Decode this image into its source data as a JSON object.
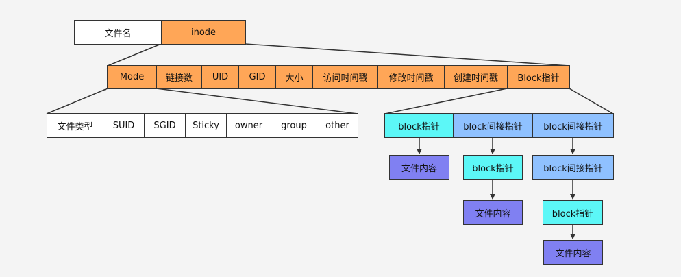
{
  "file_row": {
    "filename": "文件名",
    "inode": "inode"
  },
  "inode_fields": [
    "Mode",
    "链接数",
    "UID",
    "GID",
    "大小",
    "访问时间戳",
    "修改时间戳",
    "创建时间戳",
    "Block指针"
  ],
  "mode_fields": [
    "文件类型",
    "SUID",
    "SGID",
    "Sticky",
    "owner",
    "group",
    "other"
  ],
  "block_pointers": [
    "block指针",
    "block间接指针",
    "block间接指针"
  ],
  "chains": {
    "direct": {
      "content": "文件内容"
    },
    "single_indirect": {
      "pointer": "block指针",
      "content": "文件内容"
    },
    "double_indirect": {
      "indirect": "block间接指针",
      "pointer": "block指针",
      "content": "文件内容"
    }
  },
  "colors": {
    "white": "#ffffff",
    "orange": "#ffa657",
    "cyan": "#5cf7f7",
    "light_blue": "#8fc1ff",
    "purple": "#8080f2",
    "line": "#333333"
  }
}
